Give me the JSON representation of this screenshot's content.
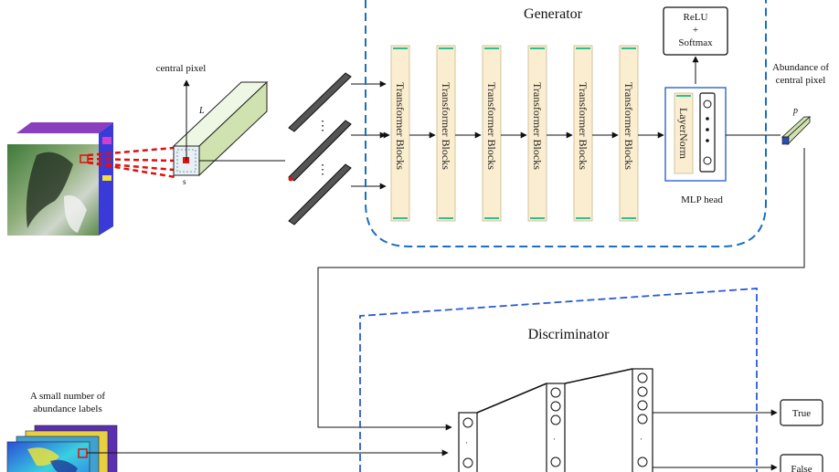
{
  "generator": {
    "title": "Generator",
    "transformer_label": "Transformer Blocks",
    "layernorm_label": "LayerNorm",
    "mlp_head_label": "MLP head",
    "relu_line1": "ReLU",
    "relu_line2": "+",
    "relu_line3": "Softmax"
  },
  "input": {
    "central_pixel": "central pixel",
    "dim_l": "L",
    "dim_s": "s",
    "ellipsis": "⋮"
  },
  "output": {
    "abundance_line1": "Abundance of",
    "abundance_line2": "central pixel",
    "p_label": "p"
  },
  "discriminator": {
    "title": "Discriminator",
    "true_label": "True",
    "false_label": "False"
  },
  "labels": {
    "line1": "A small number of",
    "line2": "abundance labels"
  },
  "colors": {
    "generator_border": "#1a6fc0",
    "discriminator_border": "#2a5bd7",
    "block_fill": "#fbeed0",
    "block_stripe": "#2fbf8f",
    "mlp_border": "#3a6fd0",
    "cube_face": "#cfe2b0",
    "dashed_red": "#e01010"
  }
}
